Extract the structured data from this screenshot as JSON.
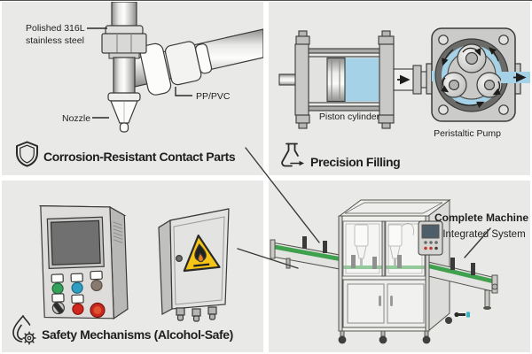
{
  "colors": {
    "panel_bg": "#e9e9e7",
    "gutter_white": "#ffffff",
    "ink": "#1f1f1d",
    "liquid_blue": "#a6d2e8",
    "belt_green": "#3fa04d",
    "warning_yellow": "#f5c518",
    "button_green": "#35a05a",
    "button_cyan": "#2e9fc0",
    "button_red": "#d0281e"
  },
  "quadrants": {
    "corrosion": {
      "caption": "Corrosion-Resistant Contact Parts",
      "icon": "shield-icon",
      "labels": {
        "material_line1": "Polished 316L",
        "material_line2": "stainless steel",
        "plastic": "PP/PVC",
        "nozzle": "Nozzle"
      }
    },
    "filling": {
      "caption": "Precision Filling",
      "icon": "flask-icon",
      "labels": {
        "piston": "Piston cylinder",
        "pump": "Peristaltic Pump"
      }
    },
    "safety": {
      "caption": "Safety Mechanisms (Alcohol-Safe)",
      "icon": "flame-gear-icon"
    },
    "machine": {
      "title": "Complete Machine",
      "subtitle": "Integrated System"
    }
  }
}
